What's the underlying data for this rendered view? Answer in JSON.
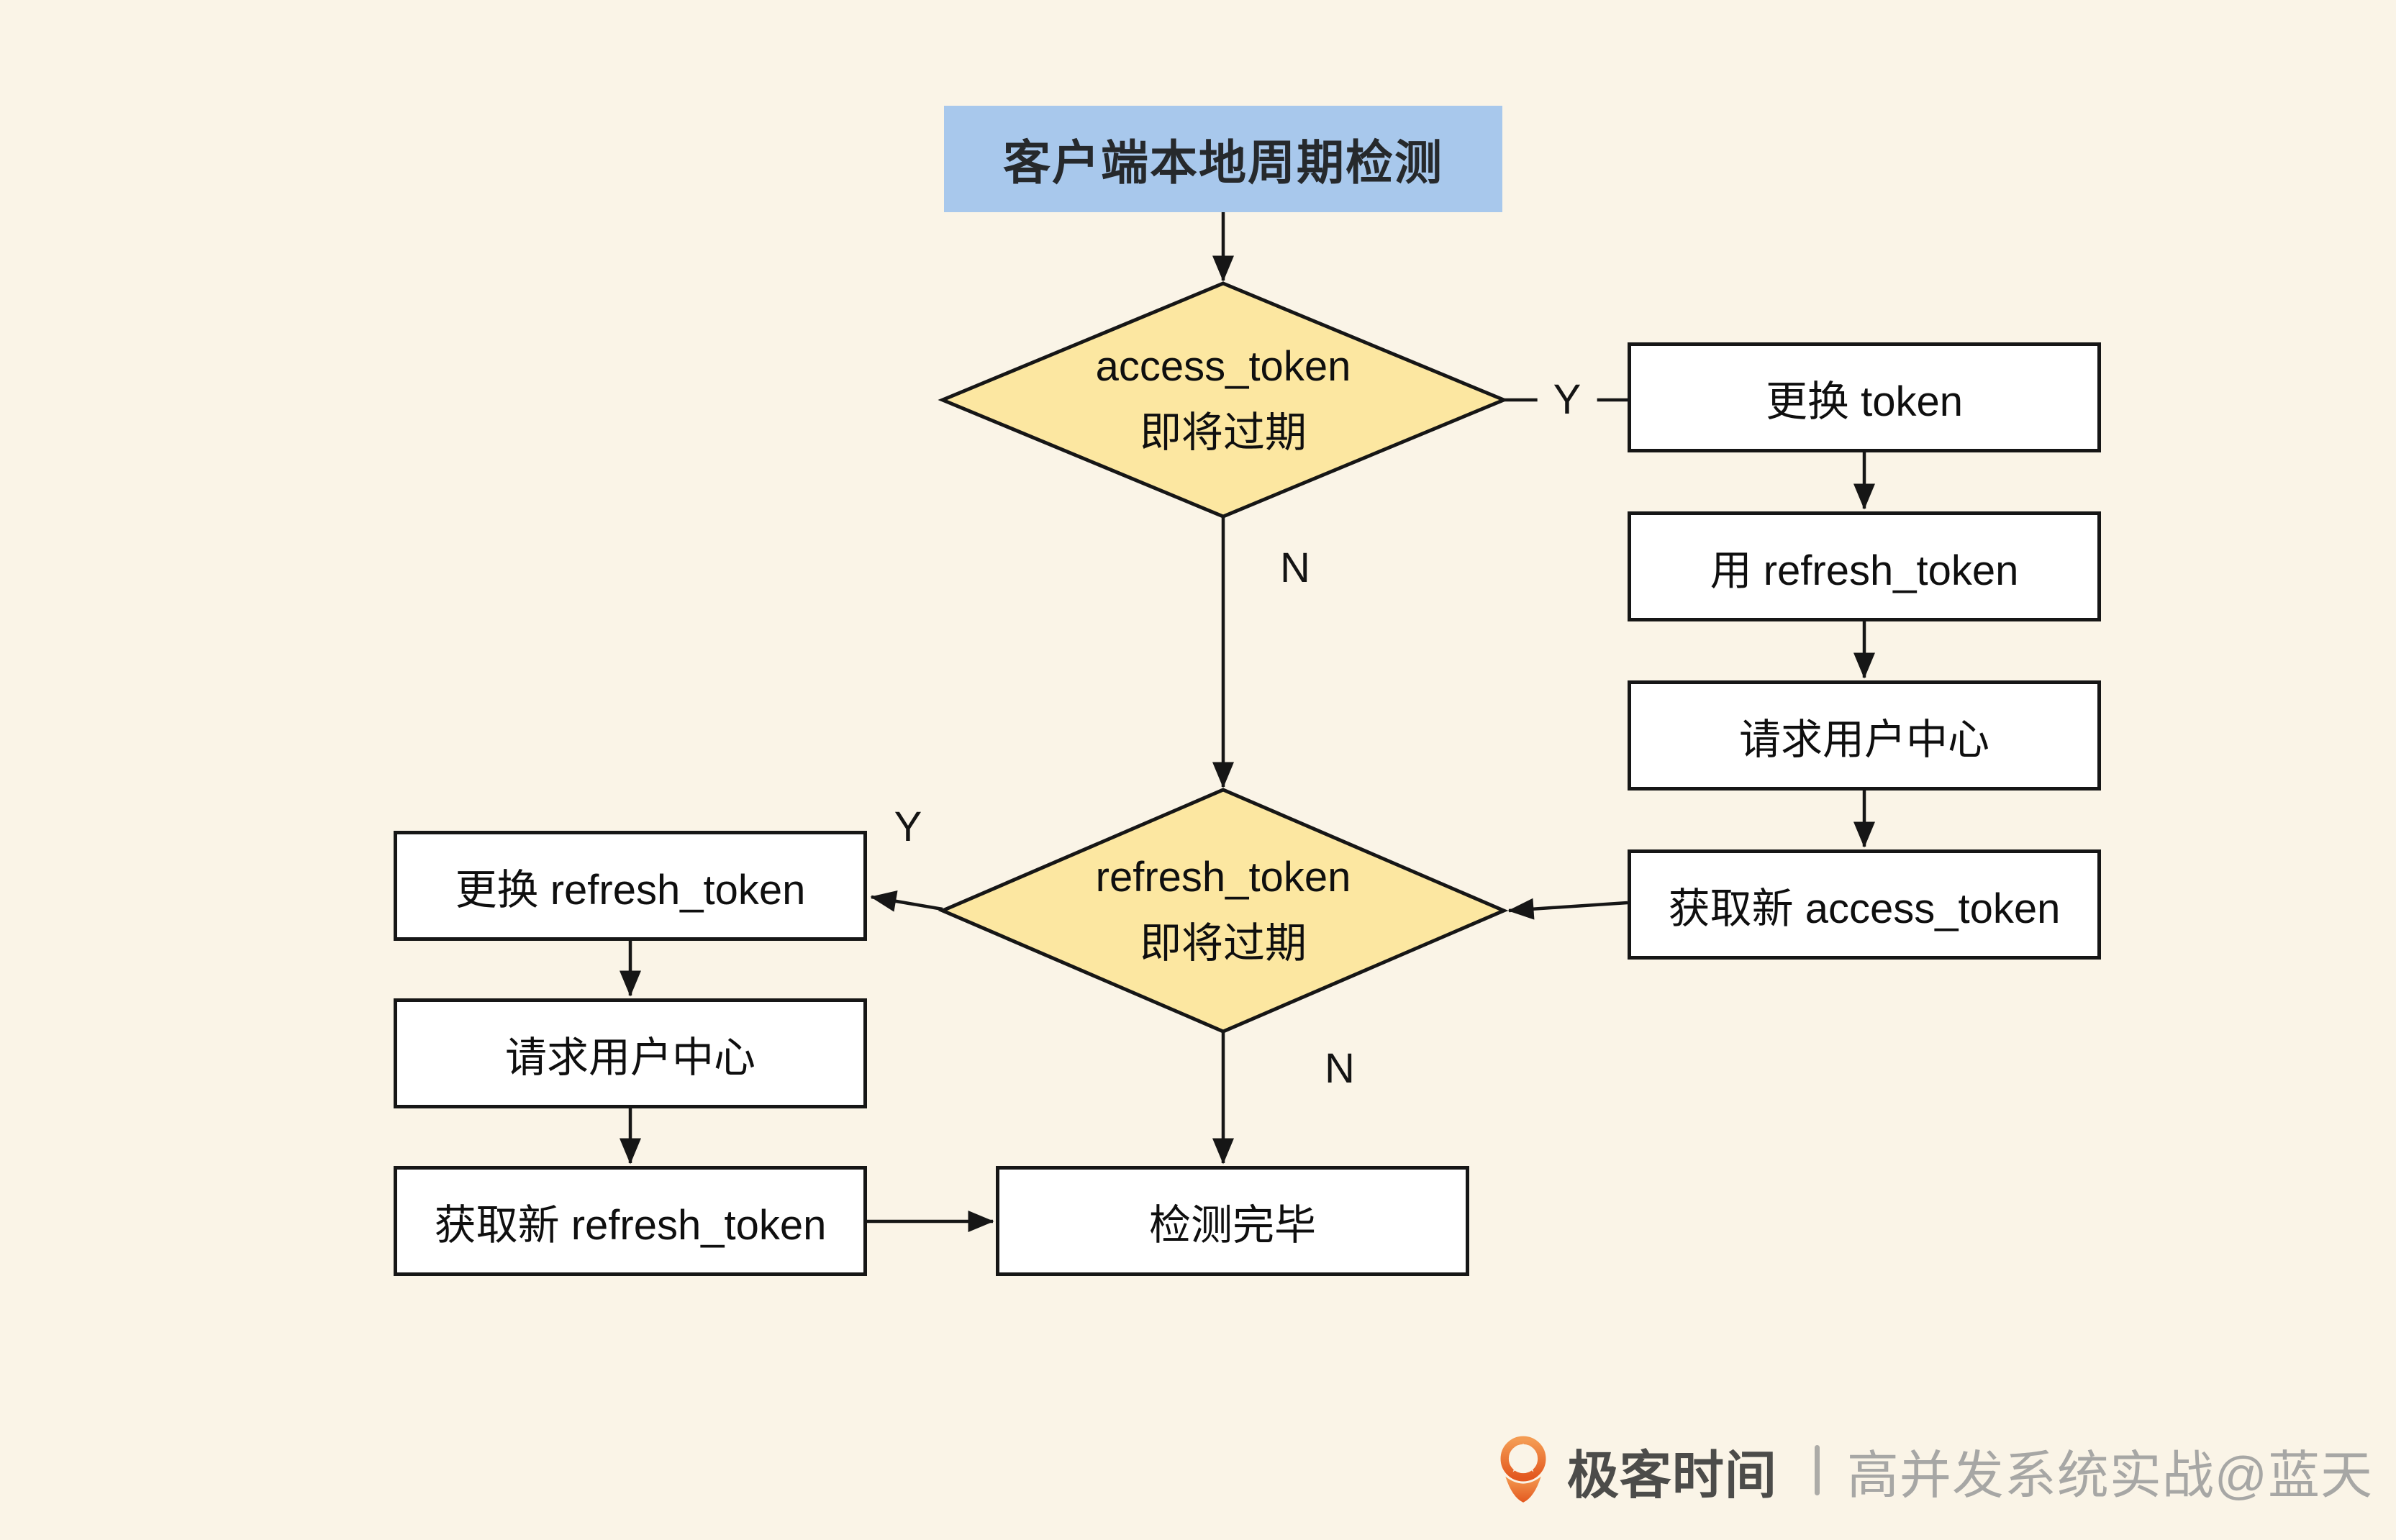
{
  "colors": {
    "page_bg": "#FAF4E7",
    "title_fill": "#A8C8EC",
    "diamond_fill": "#FCE7A1",
    "box_fill": "#FFFFFF",
    "line_color": "#161616",
    "logo_orange_top": "#F49B52",
    "logo_orange_bottom": "#E3581F"
  },
  "nodes": {
    "title": {
      "label": "客户端本地周期检测"
    },
    "decision_access": {
      "line1": "access_token",
      "line2": "即将过期"
    },
    "replace_token": {
      "label": "更换 token"
    },
    "use_refresh_token": {
      "label": "用 refresh_token"
    },
    "request_user_center_right": {
      "label": "请求用户中心"
    },
    "get_new_access_token": {
      "label": "获取新 access_token"
    },
    "decision_refresh": {
      "line1": "refresh_token",
      "line2": "即将过期"
    },
    "replace_refresh_token": {
      "label": "更换 refresh_token"
    },
    "request_user_center_left": {
      "label": "请求用户中心"
    },
    "get_new_refresh_token": {
      "label": "获取新 refresh_token"
    },
    "done": {
      "label": "检测完毕"
    }
  },
  "edge_labels": {
    "access_yes": "Y",
    "access_no": "N",
    "refresh_yes": "Y",
    "refresh_no": "N"
  },
  "footer": {
    "brand": "极客时间",
    "caption": "高并发系统实战@蓝天"
  }
}
